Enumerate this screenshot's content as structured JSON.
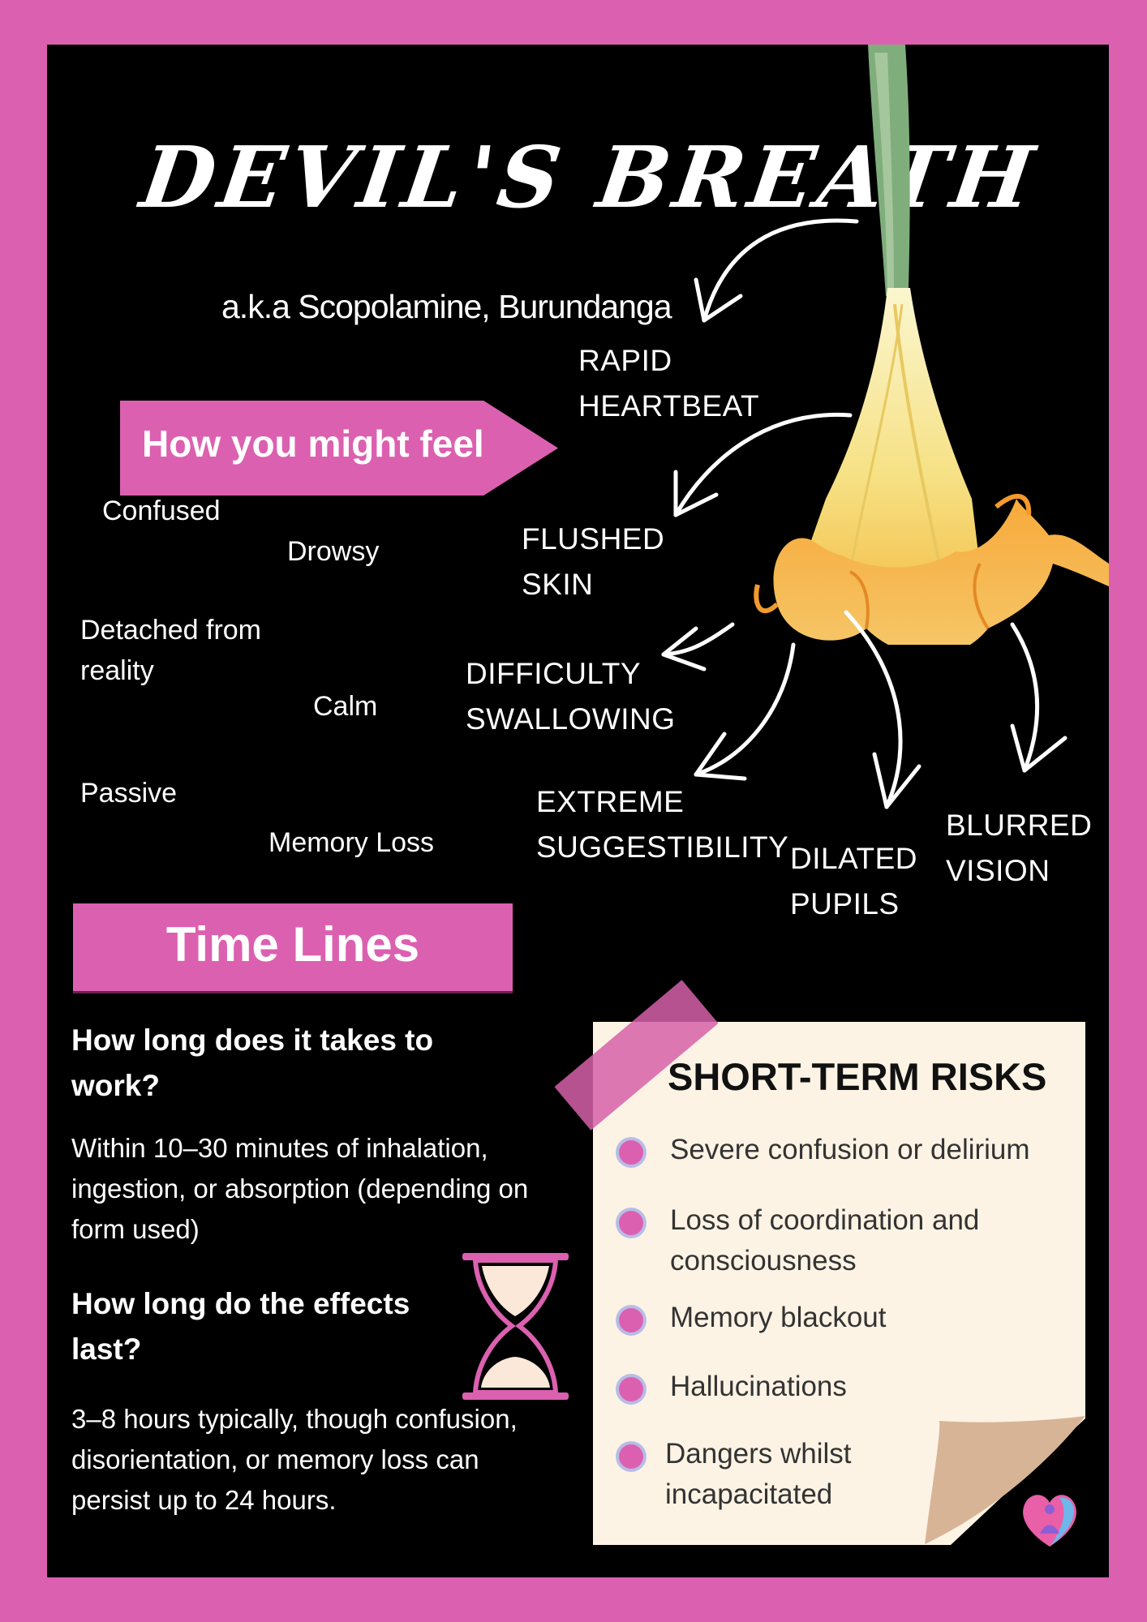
{
  "header": {
    "title": "DEVIL'S BREATH",
    "subtitle": "a.k.a  Scopolamine, Burundanga"
  },
  "feelings": {
    "heading": "How you might feel",
    "items": [
      "Confused",
      "Drowsy",
      "Detached from reality",
      "Calm",
      "Passive",
      "Memory Loss"
    ]
  },
  "symptoms": {
    "items": [
      "RAPID HEARTBEAT",
      "FLUSHED SKIN",
      "DIFFICULTY SWALLOWING",
      "EXTREME SUGGESTIBILITY",
      "DILATED PUPILS",
      "BLURRED VISION"
    ]
  },
  "timelines": {
    "heading": "Time Lines",
    "q1": "How long does it takes to work?",
    "a1": "Within 10–30 minutes of inhalation, ingestion, or absorption (depending on form used)",
    "q2": "How long do the effects last?",
    "a2": "3–8 hours typically, though confusion, disorientation, or memory loss can persist up to 24 hours."
  },
  "risks": {
    "title": "SHORT-TERM RISKS",
    "items": [
      "Severe confusion or delirium",
      "Loss of coordination and consciousness",
      "Memory blackout",
      "Hallucinations",
      "Dangers whilst incapacitated"
    ]
  },
  "colors": {
    "accent": "#dc60b0",
    "background": "#000000",
    "note": "#fdf3e4",
    "flower": "#f5b94a"
  },
  "icons": {
    "hourglass": "hourglass-icon",
    "logo": "brand-logo-icon",
    "flower": "angel-trumpet-flower",
    "arrows": "curved-arrow-icon"
  }
}
